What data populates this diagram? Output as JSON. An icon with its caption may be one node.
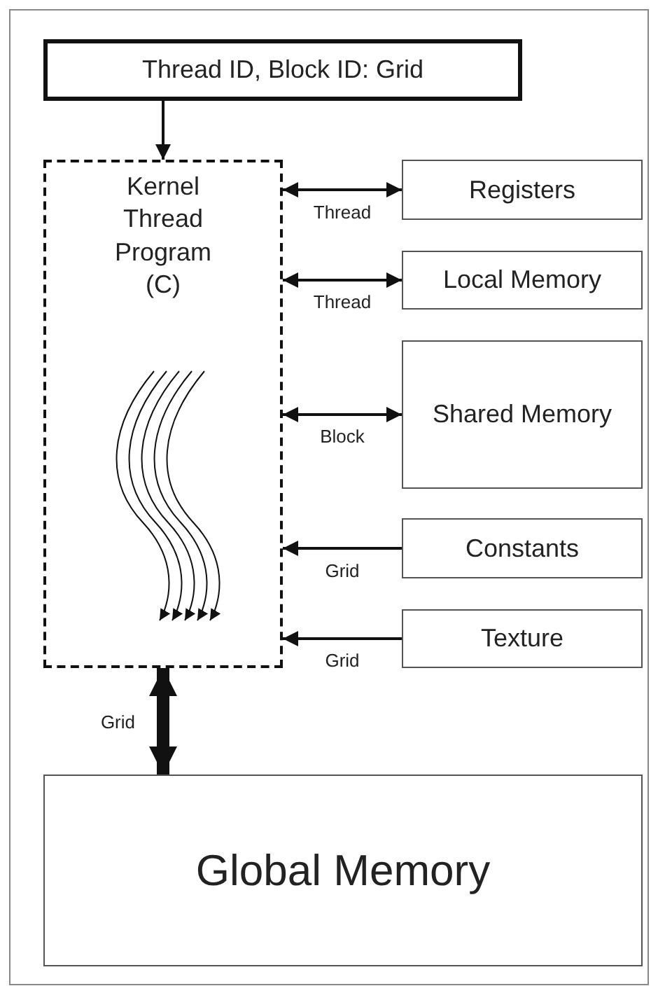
{
  "diagram": {
    "nodes": [
      {
        "text": [
          "Thread ID, Block ID: Grid"
        ]
      },
      {
        "text": [
          "Kernel Thread Program (C)"
        ]
      },
      {
        "text": [
          "Registers"
        ]
      },
      {
        "text": [
          "Local Memory"
        ]
      },
      {
        "text": [
          "Shared Memory"
        ]
      },
      {
        "text": [
          "Constants"
        ]
      },
      {
        "text": [
          "Texture"
        ]
      },
      {
        "text": [
          "Global Memory"
        ]
      }
    ],
    "edges": [
      {
        "from": 0,
        "to": 1,
        "arrow": "to"
      },
      {
        "from": 1,
        "to": 2,
        "arrow": "both",
        "label": "Thread"
      },
      {
        "from": 1,
        "to": 3,
        "arrow": "both",
        "label": "Thread"
      },
      {
        "from": 1,
        "to": 4,
        "arrow": "both",
        "label": "Block"
      },
      {
        "from": 5,
        "to": 1,
        "arrow": "to",
        "label": "Grid"
      },
      {
        "from": 6,
        "to": 1,
        "arrow": "to",
        "label": "Grid"
      },
      {
        "from": 1,
        "to": 7,
        "arrow": "both",
        "label": "Grid",
        "style": "thick"
      }
    ]
  }
}
